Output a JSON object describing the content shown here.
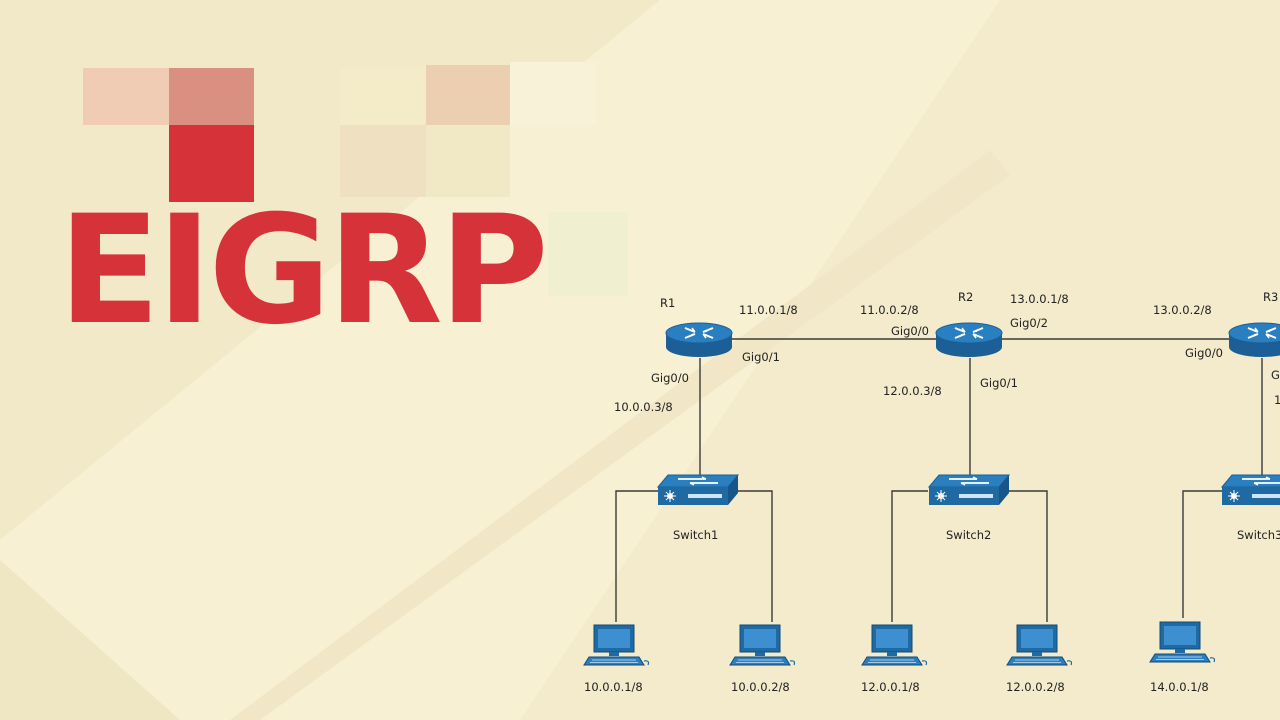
{
  "title": "EIGRP",
  "colors": {
    "background": "#f7f0d2",
    "title_red": "#d5323a",
    "device_blue": "#1f6aa3"
  },
  "routers": [
    {
      "name": "R1"
    },
    {
      "name": "R2"
    },
    {
      "name": "R3"
    }
  ],
  "switches": [
    {
      "name": "Switch1"
    },
    {
      "name": "Switch2"
    },
    {
      "name": "Switch3"
    }
  ],
  "hosts": [
    {
      "ip": "10.0.0.1/8"
    },
    {
      "ip": "10.0.0.2/8"
    },
    {
      "ip": "12.0.0.1/8"
    },
    {
      "ip": "12.0.0.2/8"
    },
    {
      "ip": "14.0.0.1/8"
    }
  ],
  "labels": {
    "r1_gig01_ip": "11.0.0.1/8",
    "r1_gig01": "Gig0/1",
    "r1_gig00": "Gig0/0",
    "r1_gig00_ip": "10.0.0.3/8",
    "r2_gig00_ip": "11.0.0.2/8",
    "r2_gig00": "Gig0/0",
    "r2_gig02_ip": "13.0.0.1/8",
    "r2_gig02": "Gig0/2",
    "r2_gig01_ip": "12.0.0.3/8",
    "r2_gig01": "Gig0/1",
    "r3_gig00_ip": "13.0.0.2/8",
    "r3_gig00": "Gig0/0",
    "r3_gig01": "G",
    "r3_gig01_ip": "1"
  }
}
